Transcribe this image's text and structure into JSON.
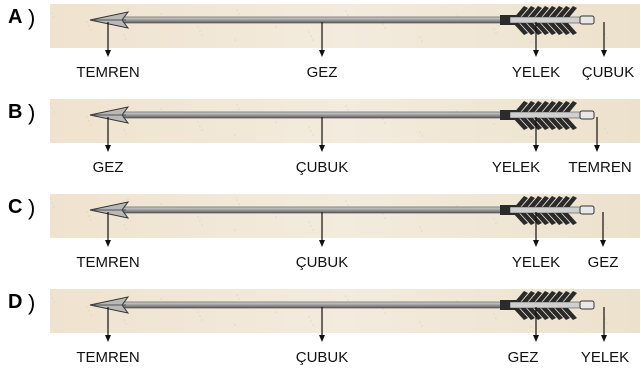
{
  "options": [
    {
      "letter": "A",
      "paren": ")",
      "labels": [
        "TEMREN",
        "GEZ",
        "YELEK",
        "ÇUBUK"
      ]
    },
    {
      "letter": "B",
      "paren": ")",
      "labels": [
        "GEZ",
        "ÇUBUK",
        "YELEK",
        "TEMREN"
      ]
    },
    {
      "letter": "C",
      "paren": ")",
      "labels": [
        "TEMREN",
        "ÇUBUK",
        "YELEK",
        "GEZ"
      ]
    },
    {
      "letter": "D",
      "paren": ")",
      "labels": [
        "TEMREN",
        "ÇUBUK",
        "GEZ",
        "YELEK"
      ]
    }
  ],
  "colors": {
    "parchment": "#efe6d6",
    "shaft": "#9a9a9a",
    "feather": "#2a2a2a",
    "arrow_line": "#111111"
  }
}
